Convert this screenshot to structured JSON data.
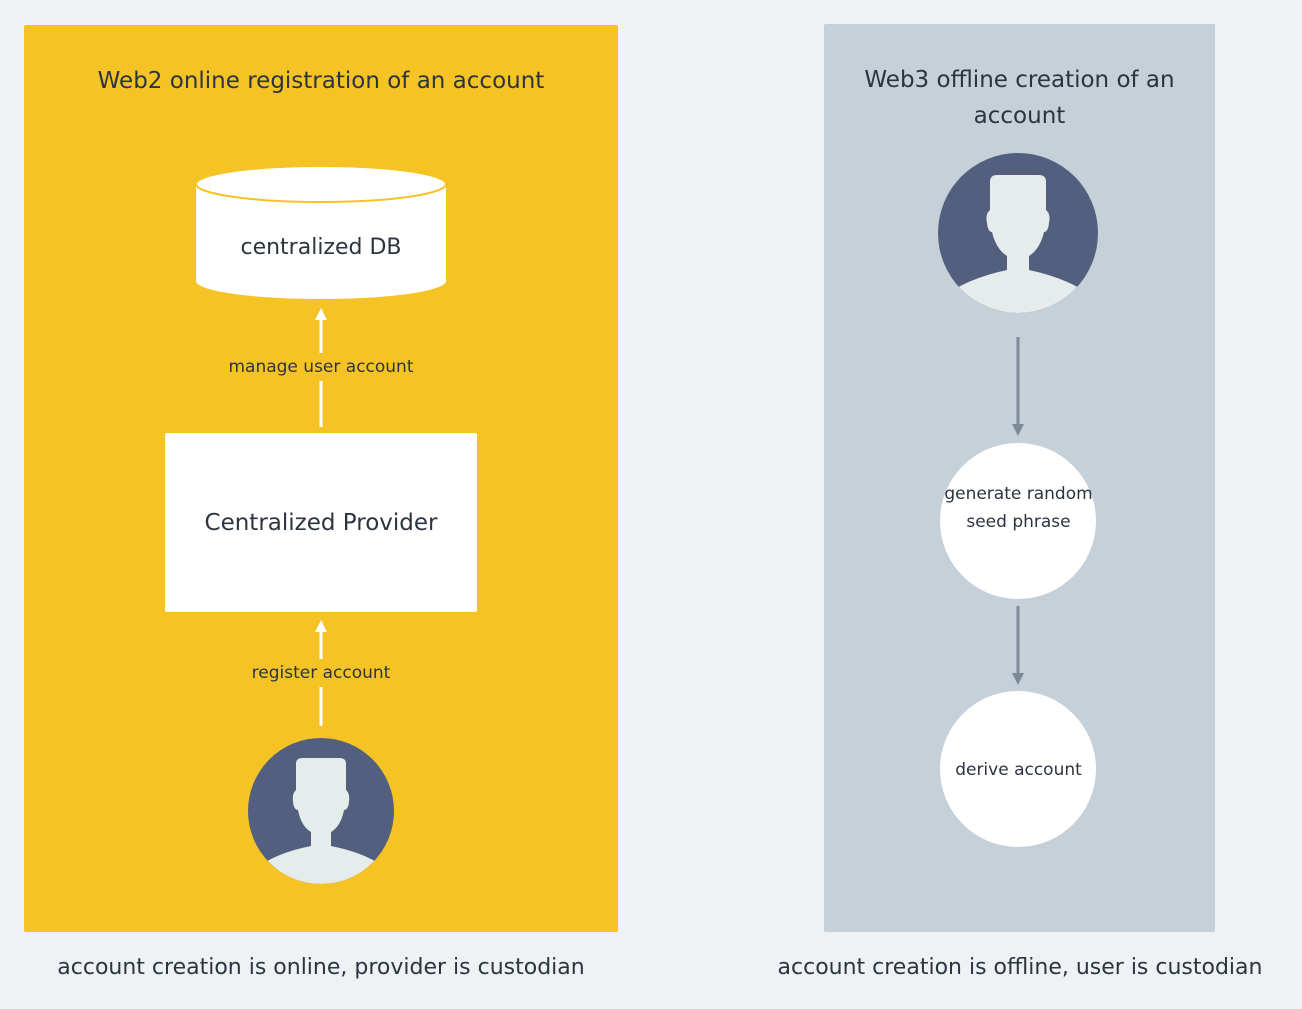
{
  "left_panel": {
    "title": "Web2 online registration of an account",
    "database_label": "centralized DB",
    "provider_label": "Centralized Provider",
    "edge_manage_label": "manage user account",
    "edge_register_label": "register account",
    "background_color": "#f6c325"
  },
  "right_panel": {
    "title": "Web3 offline creation of an account",
    "step_generate_label": "generate random seed phrase",
    "step_derive_label": "derive account",
    "background_color": "#c5d0d9"
  },
  "captions": {
    "left": "account creation is online, provider is custodian",
    "right": "account creation is offline, user is custodian"
  },
  "colors": {
    "avatar_bg": "#535f7e",
    "avatar_figure": "#e6ebec",
    "arrow_gray": "#7f8a99"
  },
  "icons": {
    "user_left": "user-avatar-icon",
    "user_right": "user-avatar-icon",
    "database": "database-cylinder-icon"
  }
}
